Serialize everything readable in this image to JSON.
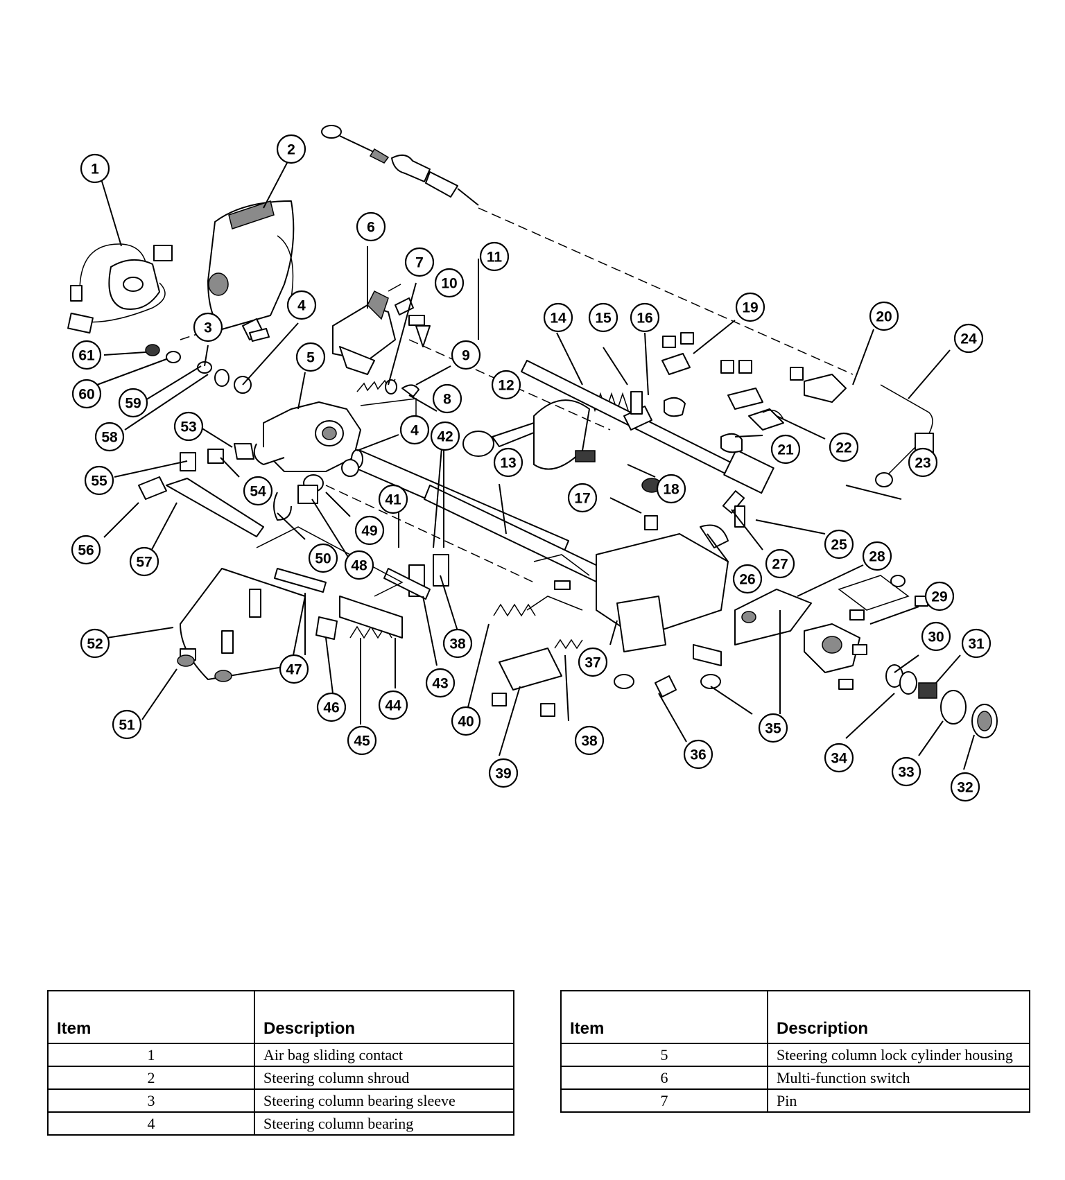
{
  "callouts": [
    {
      "n": "1"
    },
    {
      "n": "2"
    },
    {
      "n": "3"
    },
    {
      "n": "4"
    },
    {
      "n": "4"
    },
    {
      "n": "5"
    },
    {
      "n": "6"
    },
    {
      "n": "7"
    },
    {
      "n": "8"
    },
    {
      "n": "9"
    },
    {
      "n": "10"
    },
    {
      "n": "11"
    },
    {
      "n": "12"
    },
    {
      "n": "13"
    },
    {
      "n": "14"
    },
    {
      "n": "15"
    },
    {
      "n": "16"
    },
    {
      "n": "17"
    },
    {
      "n": "18"
    },
    {
      "n": "19"
    },
    {
      "n": "20"
    },
    {
      "n": "21"
    },
    {
      "n": "22"
    },
    {
      "n": "23"
    },
    {
      "n": "24"
    },
    {
      "n": "25"
    },
    {
      "n": "26"
    },
    {
      "n": "27"
    },
    {
      "n": "28"
    },
    {
      "n": "29"
    },
    {
      "n": "30"
    },
    {
      "n": "31"
    },
    {
      "n": "32"
    },
    {
      "n": "33"
    },
    {
      "n": "34"
    },
    {
      "n": "35"
    },
    {
      "n": "36"
    },
    {
      "n": "37"
    },
    {
      "n": "38"
    },
    {
      "n": "38"
    },
    {
      "n": "39"
    },
    {
      "n": "40"
    },
    {
      "n": "41"
    },
    {
      "n": "42"
    },
    {
      "n": "43"
    },
    {
      "n": "44"
    },
    {
      "n": "45"
    },
    {
      "n": "46"
    },
    {
      "n": "47"
    },
    {
      "n": "48"
    },
    {
      "n": "49"
    },
    {
      "n": "50"
    },
    {
      "n": "51"
    },
    {
      "n": "52"
    },
    {
      "n": "53"
    },
    {
      "n": "54"
    },
    {
      "n": "55"
    },
    {
      "n": "56"
    },
    {
      "n": "57"
    },
    {
      "n": "58"
    },
    {
      "n": "59"
    },
    {
      "n": "60"
    },
    {
      "n": "61"
    }
  ],
  "table_left": {
    "header_item": "Item",
    "header_description": "Description",
    "rows": [
      {
        "item": "1",
        "description": "Air bag sliding contact"
      },
      {
        "item": "2",
        "description": "Steering column shroud"
      },
      {
        "item": "3",
        "description": "Steering column bearing sleeve"
      },
      {
        "item": "4",
        "description": "Steering column bearing"
      }
    ]
  },
  "table_right": {
    "header_item": "Item",
    "header_description": "Description",
    "rows": [
      {
        "item": "5",
        "description": "Steering column lock cylinder housing"
      },
      {
        "item": "6",
        "description": "Multi-function switch"
      },
      {
        "item": "7",
        "description": "Pin"
      }
    ]
  }
}
